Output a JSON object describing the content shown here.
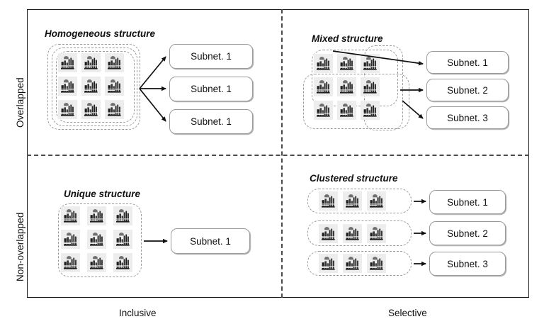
{
  "figure": {
    "type": "2x2-quadrant-diagram",
    "axes": {
      "y_top_label": "Overlapped",
      "y_bottom_label": "Non-overlapped",
      "x_left_label": "Inclusive",
      "x_right_label": "Selective"
    },
    "icon_name": "factory-icon",
    "colors": {
      "frame": "#1a1a1a",
      "divider": "#4a4a4a",
      "group_outline": "#9a9a9a",
      "subnet_border": "#9b9b9b",
      "arrow": "#111111",
      "icon_bg": "#ededed"
    }
  },
  "quadrants": {
    "top_left": {
      "caption": "Homogeneous structure",
      "icon_rows": 3,
      "icon_cols": 3,
      "group_outlines": 3,
      "subnets": [
        {
          "label": "Subnet. 1"
        },
        {
          "label": "Subnet. 1"
        },
        {
          "label": "Subnet. 1"
        }
      ]
    },
    "top_right": {
      "caption": "Mixed structure",
      "icon_rows": 3,
      "icon_cols": 3,
      "group_outlines": 3,
      "subnets": [
        {
          "label": "Subnet. 1"
        },
        {
          "label": "Subnet. 2"
        },
        {
          "label": "Subnet. 3"
        }
      ]
    },
    "bottom_left": {
      "caption": "Unique structure",
      "icon_rows": 3,
      "icon_cols": 3,
      "group_outlines": 1,
      "subnets": [
        {
          "label": "Subnet. 1"
        }
      ]
    },
    "bottom_right": {
      "caption": "Clustered structure",
      "icon_rows": 3,
      "icon_cols": 3,
      "group_outlines": 3,
      "subnets": [
        {
          "label": "Subnet. 1"
        },
        {
          "label": "Subnet. 2"
        },
        {
          "label": "Subnet. 3"
        }
      ]
    }
  }
}
